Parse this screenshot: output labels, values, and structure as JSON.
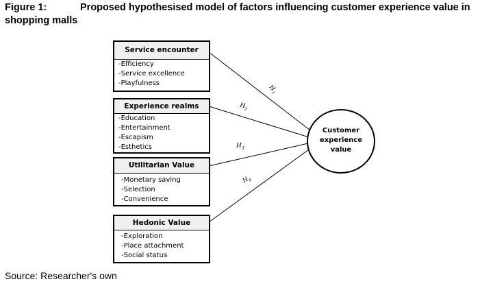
{
  "figure": {
    "label": "Figure 1:",
    "title_line1": "Proposed hypothesised model of factors influencing customer experience value in",
    "title_line2": "shopping malls"
  },
  "boxes": [
    {
      "title": "Service encounter",
      "items": [
        "-Efficiency",
        "-Service excellence",
        "-Playfulness"
      ]
    },
    {
      "title": "Experience realms",
      "items": [
        "-Education",
        "-Entertainment",
        "-Escapism",
        "-Esthetics"
      ]
    },
    {
      "title": "Utilitarian Value",
      "items": [
        "-Monetary saving",
        "-Selection",
        "-Convenience"
      ]
    },
    {
      "title": "Hedonic Value",
      "items": [
        "-Exploration",
        "-Place attachment",
        "-Social status"
      ]
    }
  ],
  "outcome": {
    "line1": "Customer",
    "line2": "experience",
    "line3": "value"
  },
  "hypotheses": [
    "H1",
    "H2",
    "H3",
    "H4"
  ],
  "source": "Source: Researcher's own"
}
